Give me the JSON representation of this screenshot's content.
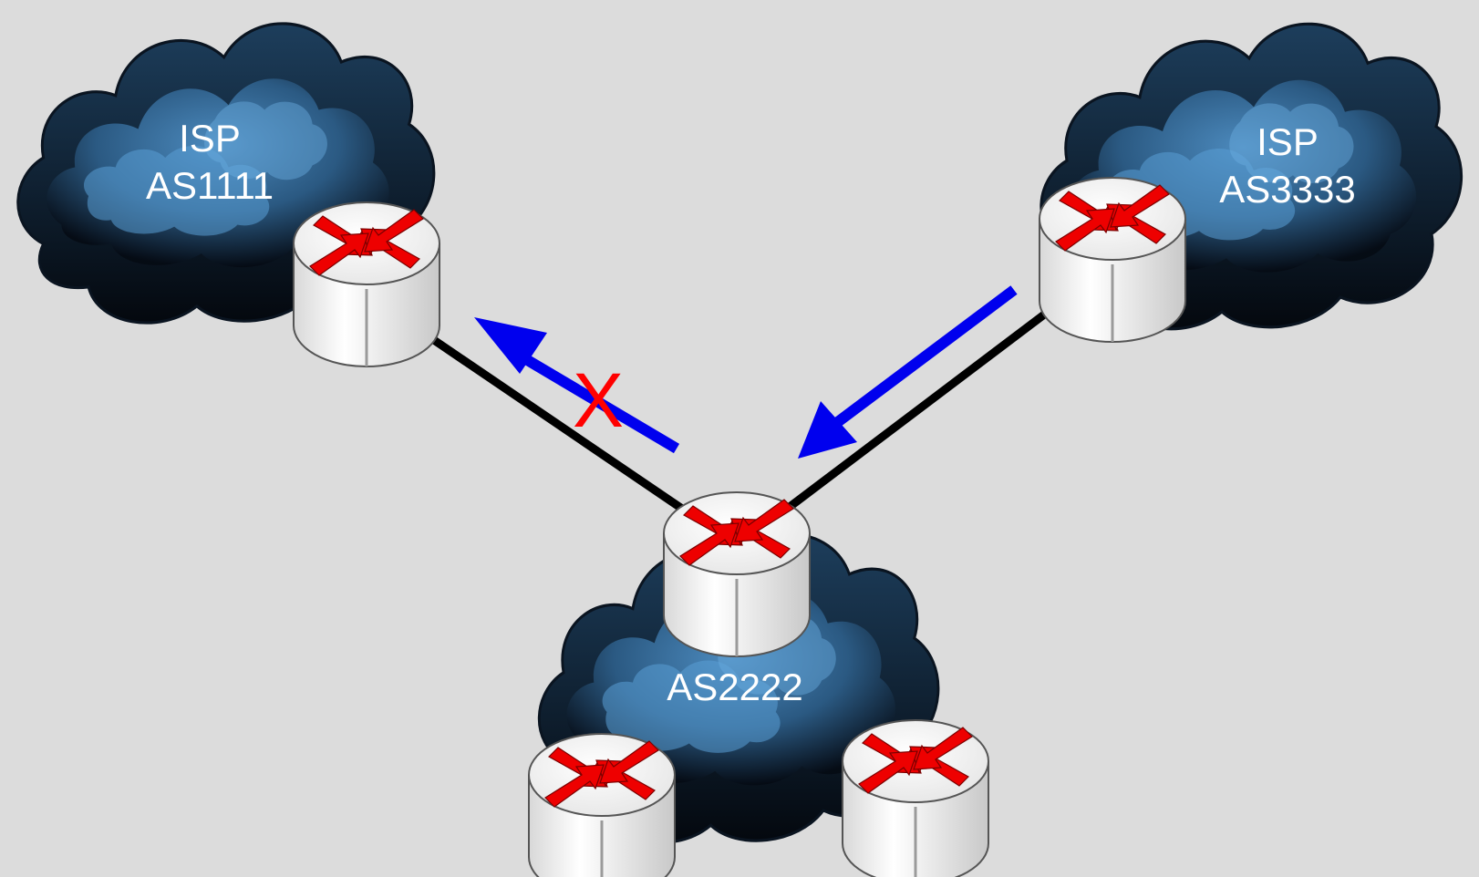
{
  "clouds": {
    "isp_left": {
      "line1": "ISP",
      "line2": "AS1111"
    },
    "isp_right": {
      "line1": "ISP",
      "line2": "AS3333"
    },
    "customer": {
      "line1": "AS2222"
    }
  },
  "route_markers": {
    "blocked_symbol": "X"
  },
  "colors": {
    "background": "#dcdcdc",
    "link": "#000000",
    "advertise_arrow": "#0000ee",
    "blocked_mark": "#ff0000",
    "router_arrows": "#ee0000"
  }
}
